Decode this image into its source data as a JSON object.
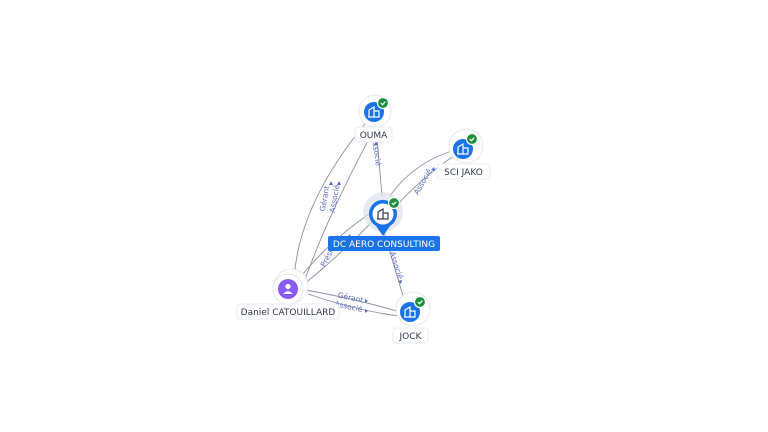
{
  "colors": {
    "company": "#1a73e8",
    "person": "#8a5cf6",
    "verified": "#1e8e3e",
    "edge": "#8a8fa3",
    "edge_label": "#5b6bbd"
  },
  "nodes": {
    "main": {
      "label": "DC AERO CONSULTING",
      "icon": "building-icon",
      "verified": true
    },
    "ouma": {
      "label": "OUMA",
      "icon": "building-icon",
      "verified": true
    },
    "sci_jako": {
      "label": "SCI JAKO",
      "icon": "building-icon",
      "verified": true
    },
    "jock": {
      "label": "JOCK",
      "icon": "building-icon",
      "verified": true
    },
    "daniel": {
      "label": "Daniel CATOUILLARD",
      "icon": "person-icon"
    }
  },
  "edges": {
    "main_ouma": {
      "label": "Associé"
    },
    "main_sci_jako": {
      "label": "Associé"
    },
    "main_jock": {
      "label": "Associé"
    },
    "daniel_main": {
      "label": "Président"
    },
    "daniel_ouma": {
      "label_1": "Gérant",
      "label_2": "Associé"
    },
    "daniel_jock": {
      "label_1": "Gérant",
      "label_2": "Associé"
    }
  }
}
